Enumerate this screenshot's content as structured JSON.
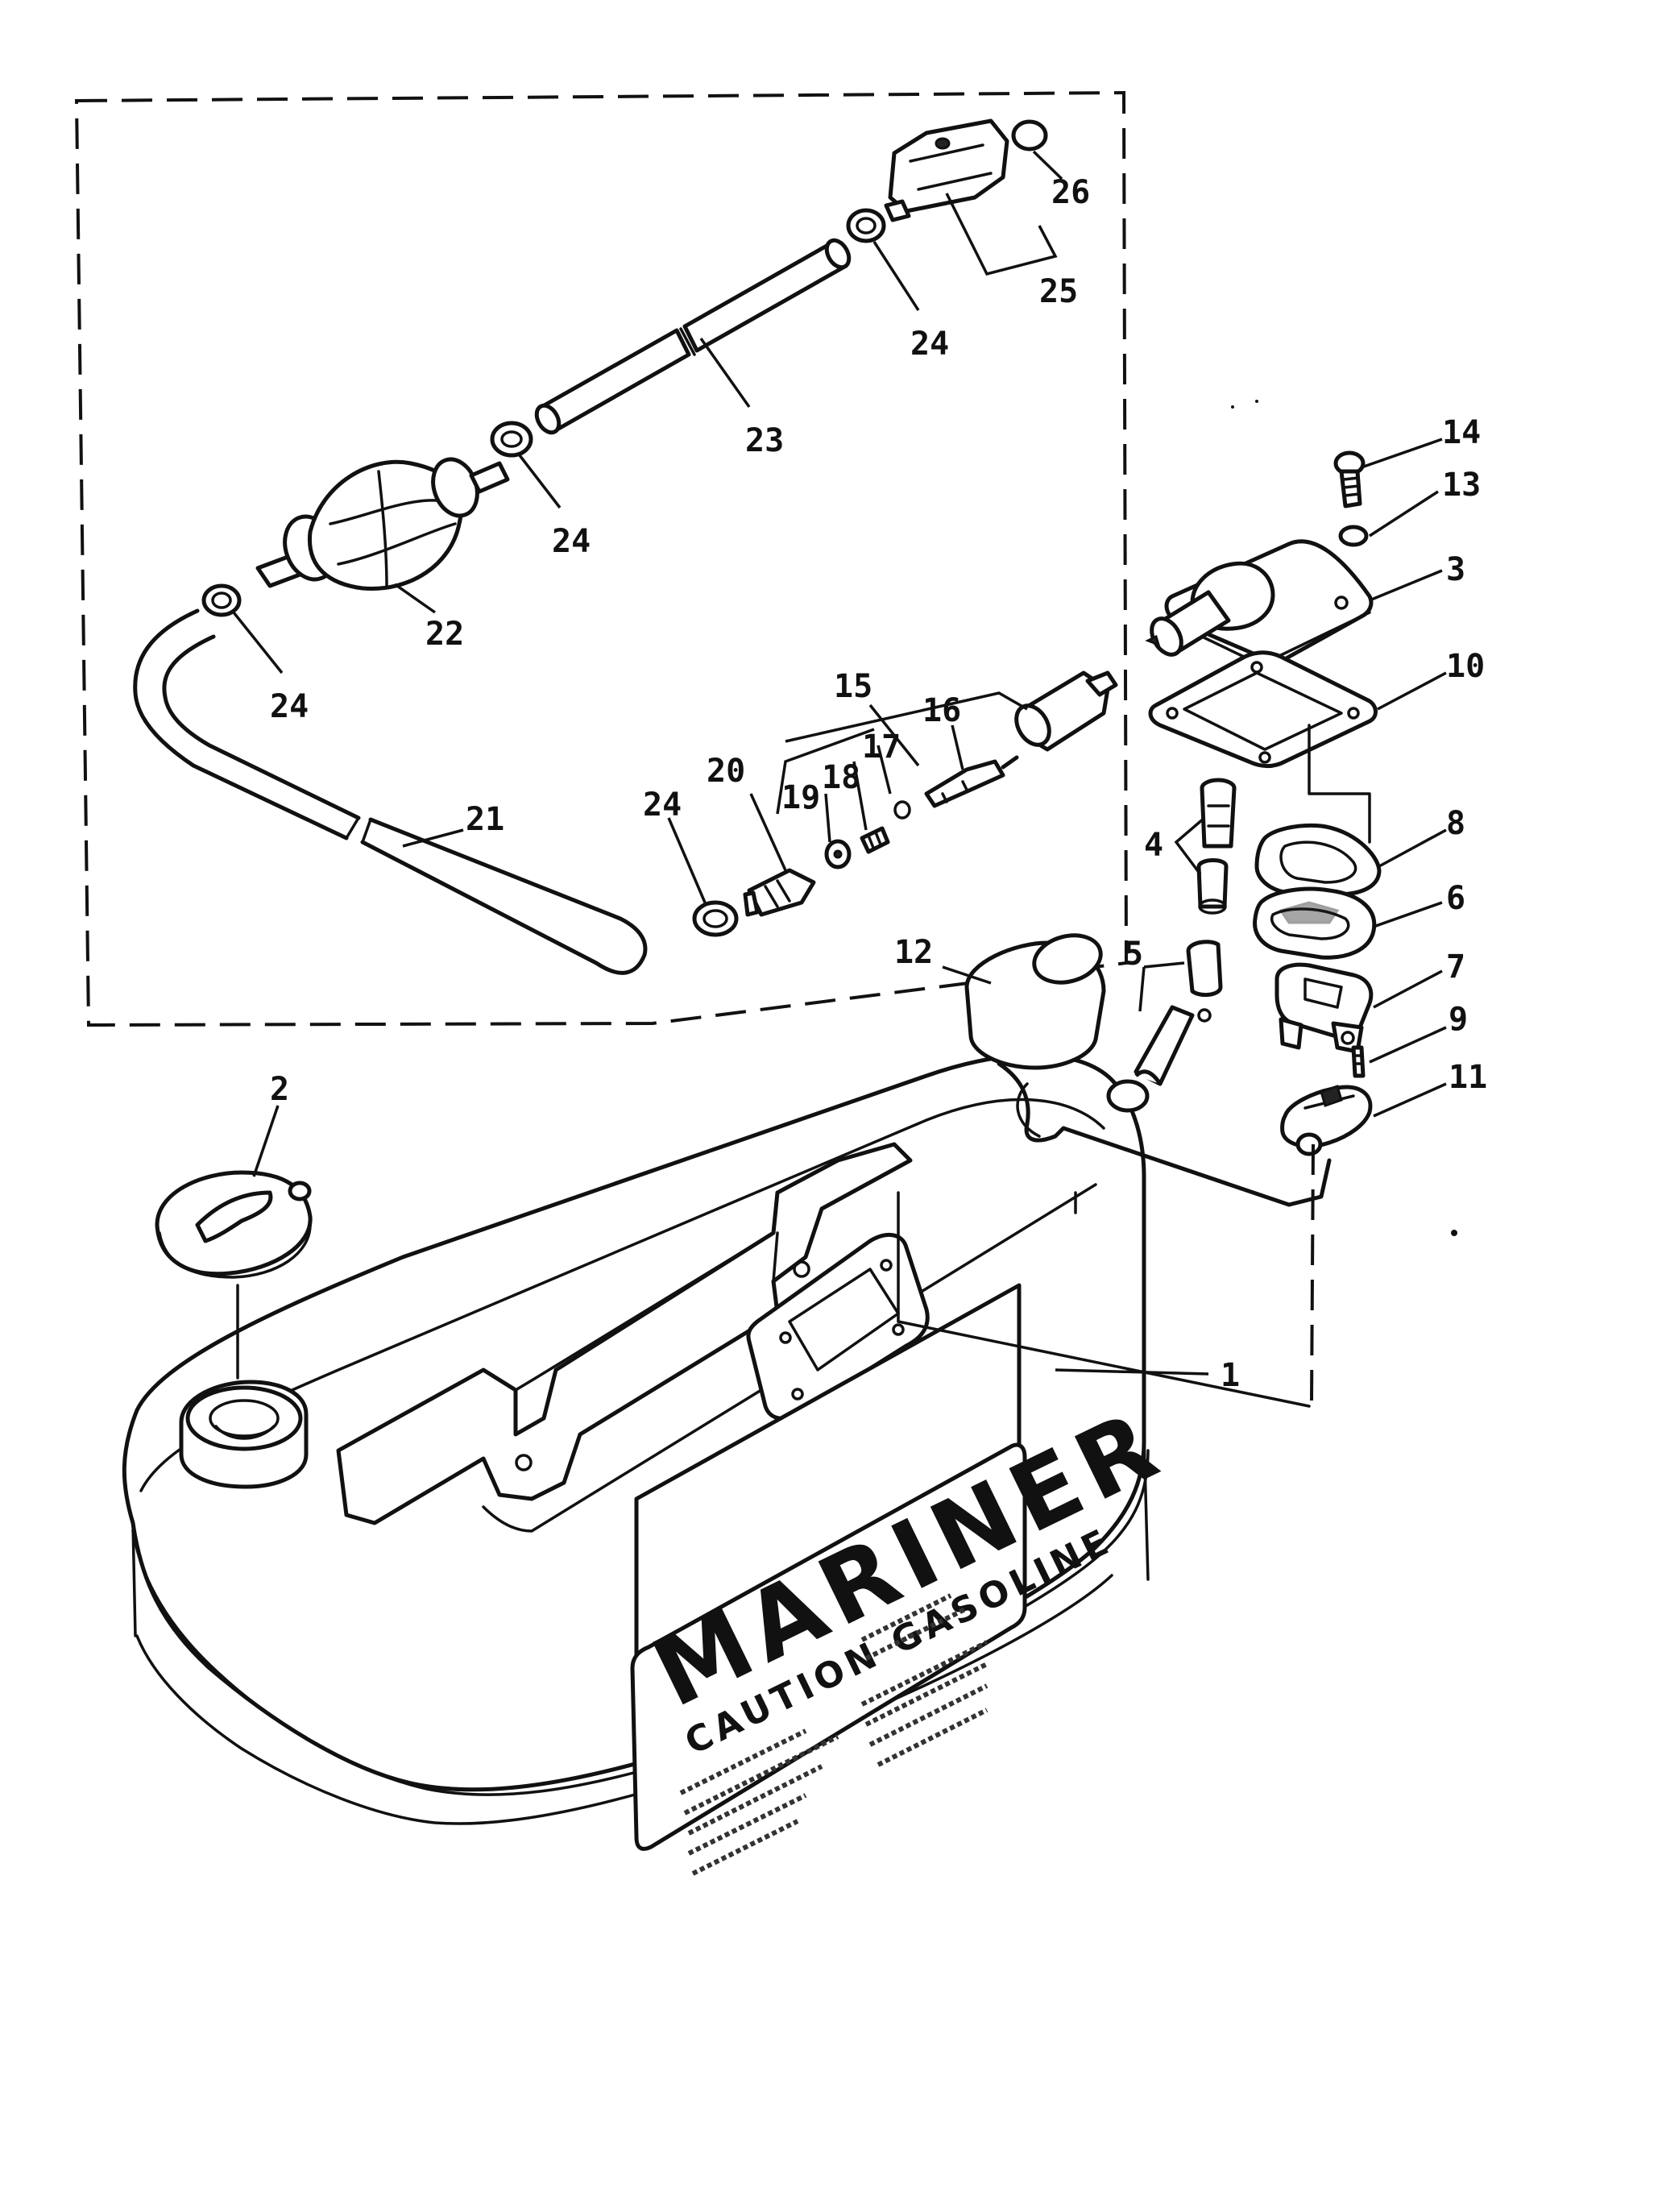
{
  "diagram": {
    "label_brand": "MARINER",
    "label_caution": "CAUTION GASOLINE",
    "callouts": [
      "1",
      "2",
      "3",
      "4",
      "5",
      "6",
      "7",
      "8",
      "9",
      "10",
      "11",
      "12",
      "13",
      "14",
      "15",
      "16",
      "17",
      "18",
      "19",
      "20",
      "21",
      "22",
      "23",
      "24",
      "24",
      "24",
      "24",
      "25",
      "26"
    ]
  }
}
